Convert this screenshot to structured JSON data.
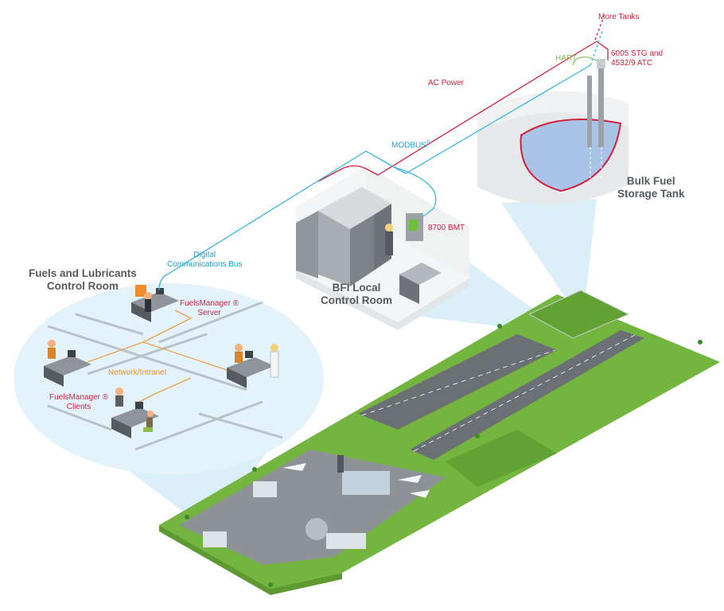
{
  "labels": {
    "more_tanks": "More Tanks",
    "tank_gauge": [
      "6005 STG and",
      "4532/9 ATC"
    ],
    "hart": "HART",
    "ac_power": "AC Power",
    "modbus": "MODBUS",
    "modbus_mark": "®",
    "bulk_fuel": [
      "Bulk Fuel",
      "Storage Tank"
    ],
    "bmt": "8700 BMT",
    "digital_bus": [
      "Digital",
      "Communications Bus"
    ],
    "fuels_room": [
      "Fuels and Lubricants",
      "Control Room"
    ],
    "fm_server": [
      "FuelsManager ®",
      "Server"
    ],
    "bfi_room": [
      "BFI Local",
      "Control Room"
    ],
    "network": "Network/Intranet",
    "fm_clients": [
      "FuelsManager ®",
      "Clients"
    ]
  },
  "colors": {
    "power_line": "#d21f3c",
    "bus_line": "#39b6de",
    "network_line": "#e8a14a",
    "hart_line": "#8cc46a",
    "grass": "#74b53f",
    "runway": "#6b7075",
    "bubble": "#e4f3fb",
    "tank_fluid": "#a9c4e6"
  }
}
